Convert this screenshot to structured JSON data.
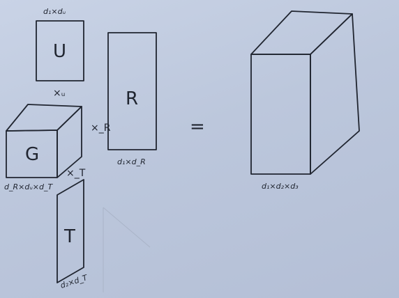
{
  "u_matrix": {
    "letter": "U",
    "dims": "d₁×dᵤ",
    "mode_label": "×ᵤ"
  },
  "r_matrix": {
    "letter": "R",
    "dims": "d₁×d_R",
    "mode_label": "×_R"
  },
  "g_tensor": {
    "letter": "G",
    "dims": "d_R×dᵤ×d_T",
    "mode_label": "×_T"
  },
  "t_matrix": {
    "letter": "T",
    "dims": "d₂×d_T"
  },
  "operator": {
    "symbol": "="
  },
  "result_tensor": {
    "dims": "d₁×d₂×d₃"
  }
}
